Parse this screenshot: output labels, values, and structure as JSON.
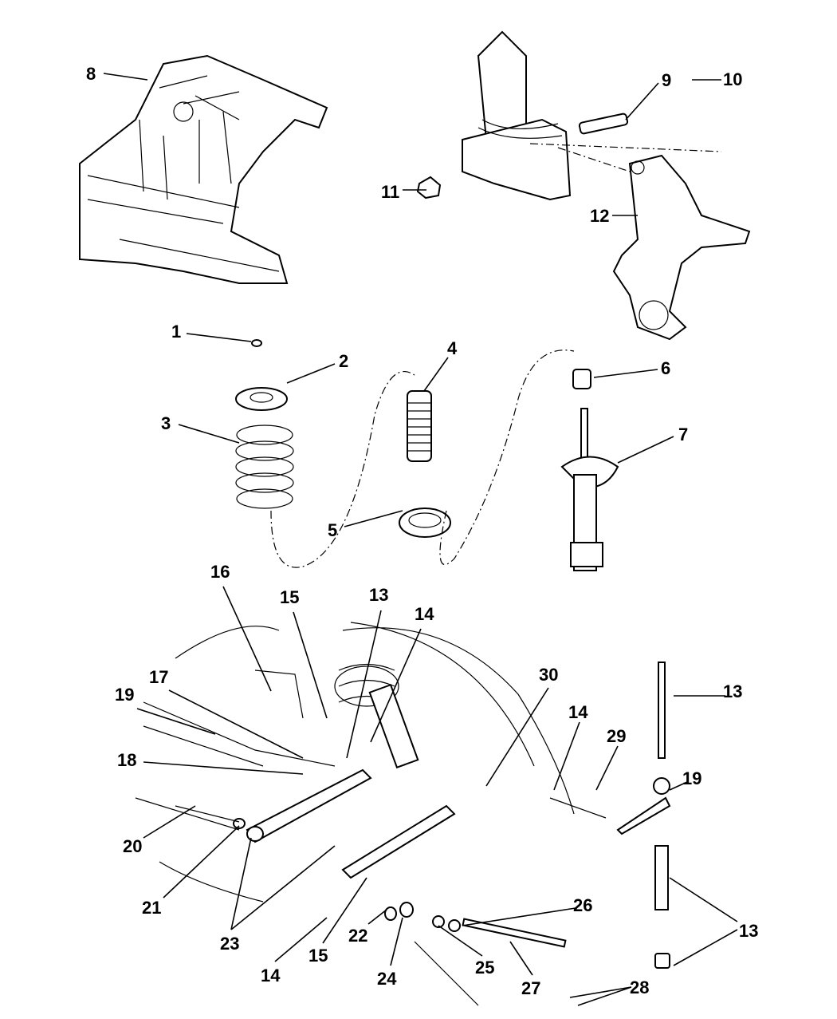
{
  "diagram": {
    "type": "exploded parts diagram",
    "callouts": [
      "8",
      "9",
      "10",
      "11",
      "12",
      "1",
      "2",
      "3",
      "4",
      "5",
      "6",
      "7",
      "16",
      "15",
      "13",
      "14",
      "30",
      "17",
      "19",
      "14",
      "29",
      "13",
      "18",
      "19",
      "20",
      "21",
      "23",
      "14",
      "15",
      "22",
      "24",
      "25",
      "26",
      "27",
      "28",
      "13"
    ]
  }
}
